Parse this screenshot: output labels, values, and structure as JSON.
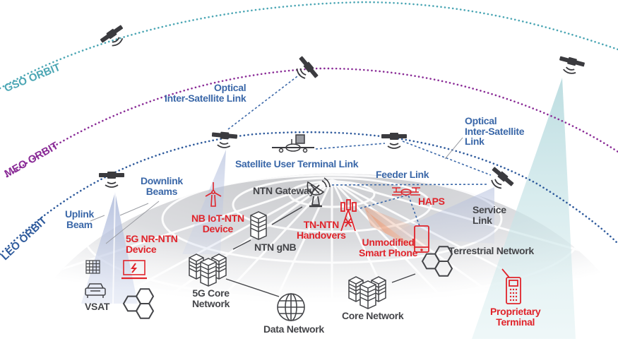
{
  "colors": {
    "gso": "#4ba6b4",
    "meo": "#8a2c97",
    "leo": "#2e5a9c",
    "link_blue": "#3a67a8",
    "device_red": "#e0242b",
    "node_gray": "#444549"
  },
  "orbits": {
    "gso_label": "GSO ORBIT",
    "meo_label": "MEO ORBIT",
    "leo_label": "LEO ORBIT"
  },
  "links": {
    "optical_isl_1": [
      "Optical",
      "Inter-Satellite Link"
    ],
    "optical_isl_2": [
      "Optical",
      "Inter-Satellite",
      "Link"
    ],
    "satellite_user_terminal_link": "Satellite User Terminal Link",
    "downlink_beams": [
      "Downlink",
      "Beams"
    ],
    "uplink_beam": [
      "Uplink",
      "Beam"
    ],
    "feeder_link": "Feeder Link",
    "service_link": [
      "Service",
      "Link"
    ]
  },
  "devices": {
    "nr_ntn_device": [
      "5G NR-NTN",
      "Device"
    ],
    "nb_iot_ntn_device": [
      "NB IoT-NTN",
      "Device"
    ],
    "tn_ntn_handovers": [
      "TN-NTN",
      "Handovers"
    ],
    "haps": "HAPS",
    "unmodified_smart_phone": [
      "Unmodified",
      "Smart Phone"
    ],
    "proprietary_terminal": [
      "Proprietary",
      "Terminal"
    ]
  },
  "nodes": {
    "ntn_gateway": "NTN Gateway",
    "ntn_gnb": "NTN gNB",
    "core_5g": [
      "5G Core",
      "Network"
    ],
    "data_network": "Data Network",
    "core_network": "Core Network",
    "terrestrial_network": "Terrestrial Network",
    "vsat": "VSAT"
  },
  "icons": [
    "satellite-icon",
    "airplane-icon",
    "satellite-dish-icon",
    "wind-turbine-icon",
    "cell-tower-icon",
    "drone-icon",
    "smartphone-icon",
    "server-rack-icon",
    "globe-icon",
    "hexagon-cluster-icon",
    "laptop-icon",
    "solar-panel-icon",
    "car-icon",
    "feature-phone-icon"
  ]
}
